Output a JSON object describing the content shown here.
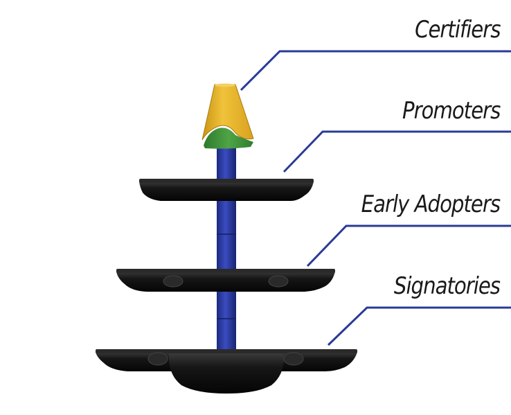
{
  "tiers": [
    {
      "id": "certifiers",
      "label": "Certifiers"
    },
    {
      "id": "promoters",
      "label": "Promoters"
    },
    {
      "id": "early-adopters",
      "label": "Early Adopters"
    },
    {
      "id": "signatories",
      "label": "Signatories"
    }
  ],
  "colors": {
    "leader_line": "#2a3a96",
    "pole": "#2b3a9a",
    "tray": "#111111",
    "cone_top": "#e8b82a",
    "cone_base": "#3f8f3a"
  }
}
